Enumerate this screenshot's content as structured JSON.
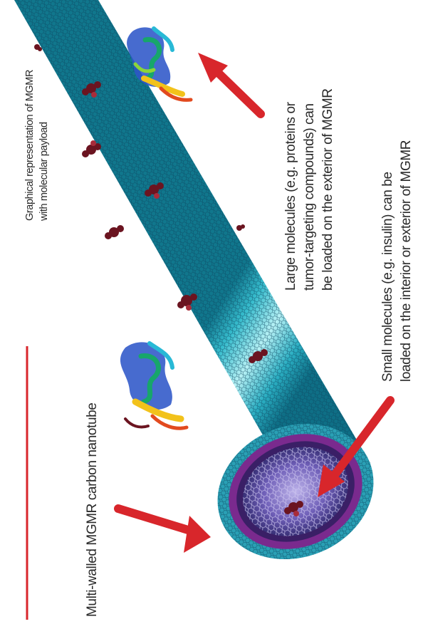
{
  "header_caption": {
    "line1": "Graphical representation of MGMR",
    "line2": "with molecular payload"
  },
  "labels": {
    "nanotube": "Multi-walled MGMR carbon nanotube",
    "large": {
      "line1": "Large molecules (e.g. proteins or",
      "line2": "tumor-targeting compounds) can",
      "line3": "be loaded on the exterior of MGMR"
    },
    "small": {
      "line1": "Small molecules (e.g. insulin) can be",
      "line2": "loaded on the interior or exterior of MGMR"
    }
  },
  "colors": {
    "rule": "#d8262b",
    "arrow": "#d8262b",
    "tube_light": "#a8ecf2",
    "tube_mid": "#35bccd",
    "tube_dark": "#127e92",
    "tube_mesh": "#0d4660",
    "ring": "#7a2a8e",
    "payload": "#6b1420"
  }
}
